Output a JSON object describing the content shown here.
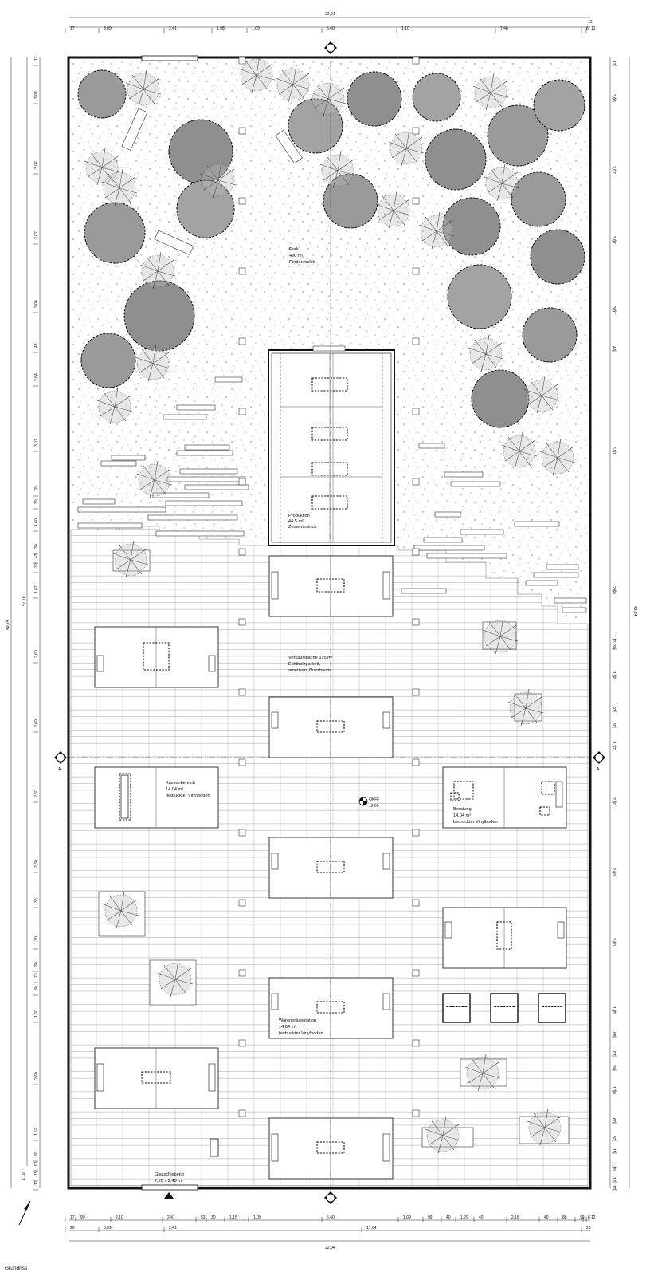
{
  "drawing": {
    "title": "Grundriss",
    "section_mark": "A",
    "sliding_door": {
      "name": "Glasschiebetür",
      "size": "2,20 x 2,43 m"
    },
    "level_marker": {
      "code": "OKFF",
      "value": "±0,00"
    }
  },
  "rooms": {
    "park": {
      "name": "Park",
      "area": "420 m²",
      "material": "Rindenmulch"
    },
    "production": {
      "name": "Produktion",
      "area": "44,5 m²",
      "material": "Zementestrich"
    },
    "sales": {
      "name": "Verkaufsfläche 615 m²",
      "material": "Echtholzparkett,",
      "species": "amerikan. Nussbaum"
    },
    "checkout": {
      "name": "Kassenbereich",
      "area": "14,04 m²",
      "material": "bedruckter Vinylboden"
    },
    "consulting": {
      "name": "Beratung",
      "area": "14,04 m²",
      "material": "bedruckter Vinylboden"
    },
    "presentation": {
      "name": "Warenpräsentation",
      "area": "14,04 m²",
      "material": "bedruckter Vinylboden"
    }
  },
  "dimensions": {
    "top_total": "22,94",
    "top_row": [
      "17",
      "3,09",
      "2,41",
      "1,98",
      "1,09",
      "5,40",
      "1,10",
      "7,48",
      "6",
      "12"
    ],
    "top_row_extra": "12",
    "bottom_row1": [
      "17",
      "99",
      "2,10",
      "2,41",
      "53",
      "30",
      "1,15",
      "1,09",
      "5,40",
      "1,09",
      "99",
      "40",
      "1,29",
      "40",
      "2,18",
      "40",
      "88",
      "99",
      "6",
      "12"
    ],
    "bottom_row2": [
      "20",
      "3,09",
      "2,41",
      "17,04",
      "20"
    ],
    "bottom_total": "22,94",
    "left_total_outer": "49,24",
    "left_total_inner": "47,78",
    "left_bottom": "1,18",
    "left_row": [
      "12",
      "3,03",
      "3,07",
      "3,07",
      "3,06",
      "43",
      "2,64",
      "3,07",
      "70",
      "30",
      "1,60",
      "30",
      "43",
      "30",
      "1,87",
      "2,60",
      "2,60",
      "2,60",
      "2,60",
      "30",
      "1,30",
      "30",
      "70",
      "30",
      "1,60",
      "2,60",
      "1,52",
      "30",
      "91",
      "15",
      "12"
    ],
    "right_total": "49,24",
    "right_row": [
      "12",
      "3,03",
      "3,07",
      "3,07",
      "3,07",
      "43",
      "6,51",
      "2,60",
      "1,11",
      "30",
      "1,68",
      "93",
      "30",
      "1,37",
      "2,60",
      "2,60",
      "2,60",
      "1,29",
      "68",
      "67",
      "30",
      "1,30",
      "60",
      "30",
      "15",
      "1,10",
      "17",
      "12"
    ]
  }
}
